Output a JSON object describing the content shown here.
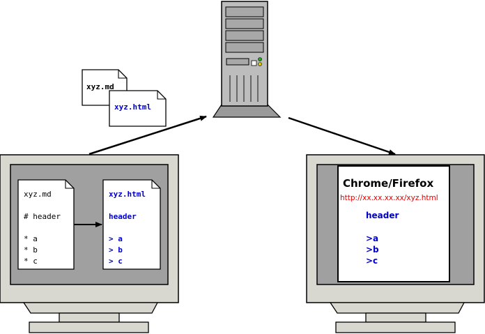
{
  "floating_docs": {
    "md_name": "xyz.md",
    "html_name": "xyz.html"
  },
  "left_monitor": {
    "md_doc": {
      "filename": "xyz.md",
      "lines": [
        "# header",
        "* a",
        "* b",
        "* c"
      ]
    },
    "html_doc": {
      "filename": "xyz.html",
      "lines": [
        "header",
        "> a",
        "> b",
        "> c"
      ]
    }
  },
  "right_monitor": {
    "browser_title": "Chrome/Firefox",
    "url": "http://xx.xx.xx.xx/xyz.html",
    "content": [
      "header",
      ">a",
      ">b",
      ">c"
    ]
  },
  "colors": {
    "screen_bezel": "#d8d8d0",
    "screen_inner": "#a0a0a0",
    "html_blue": "#0000cc",
    "url_red": "#e00000",
    "server_body": "#bdbdbd",
    "led_green": "#22aa22",
    "led_yellow": "#ddcc00"
  }
}
